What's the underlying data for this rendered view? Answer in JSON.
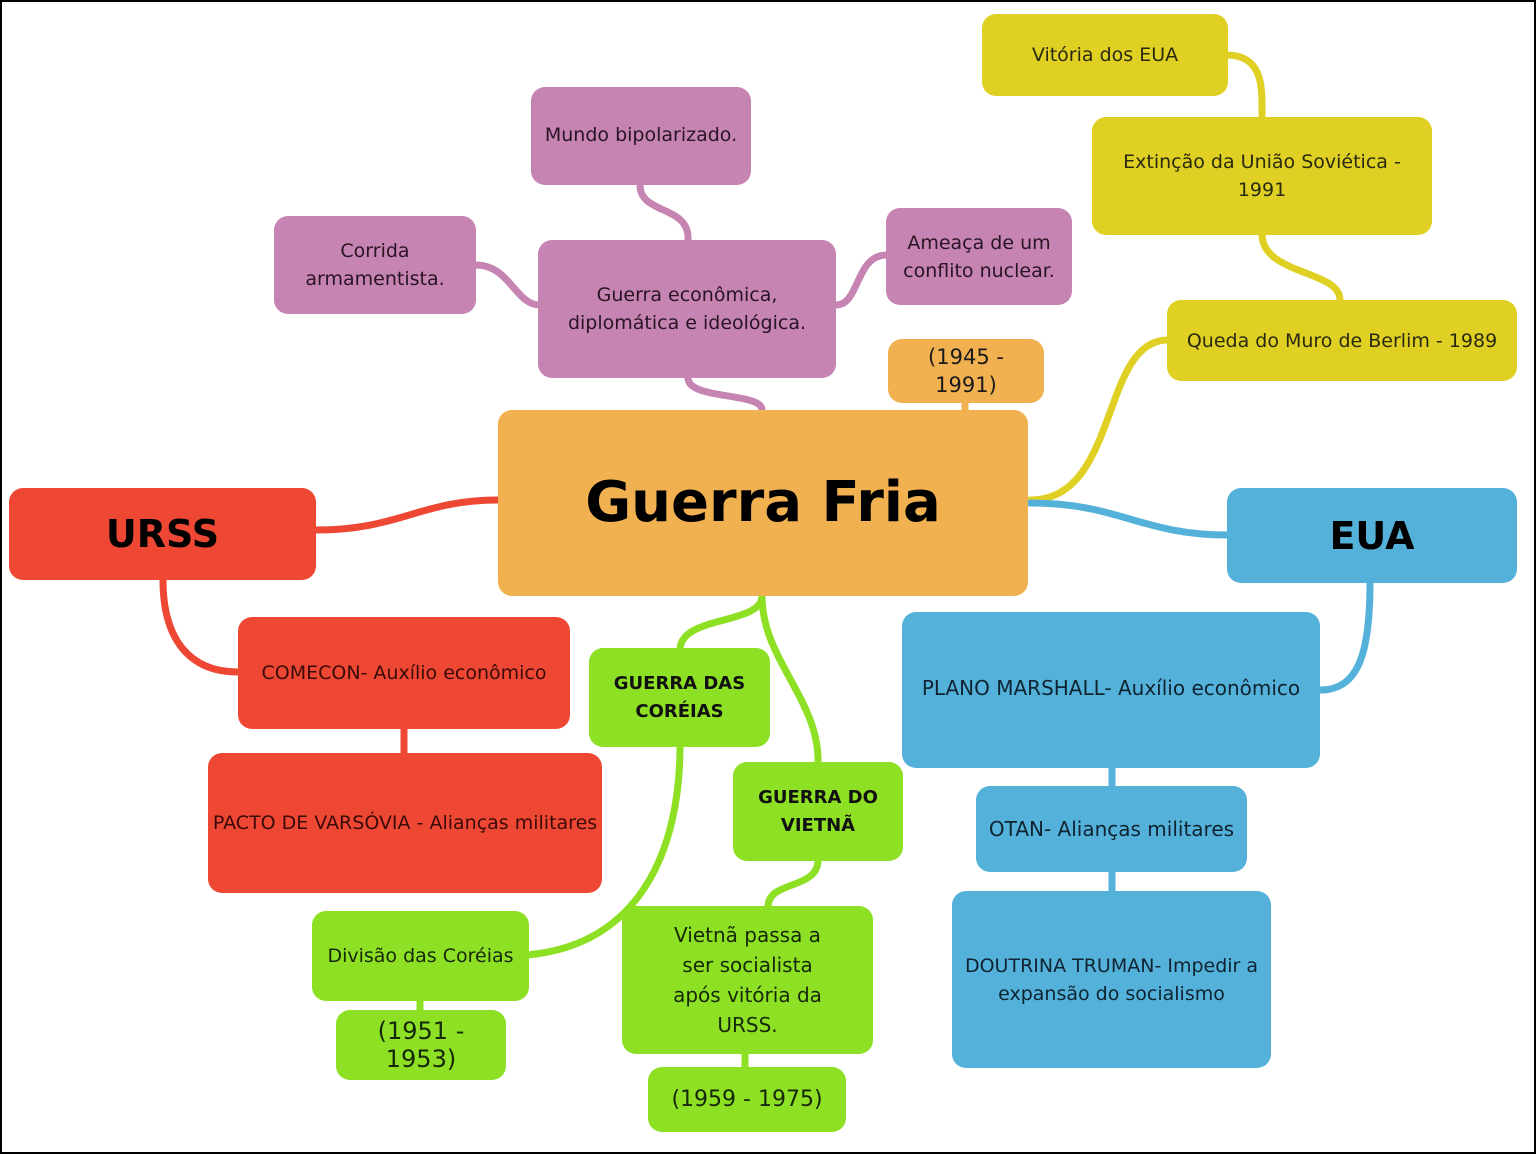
{
  "colors": {
    "central": "#f1b151",
    "characteristics": "#c584b1",
    "end": "#dfd023",
    "urss": "#ee4734",
    "eua": "#54b2da",
    "conflicts": "#8de024"
  },
  "central": {
    "title": "Guerra Fria",
    "period": "(1945 - 1991)"
  },
  "characteristics": {
    "main": "Guerra econômica, diplomática e ideológica.",
    "items": [
      "Mundo bipolarizado.",
      "Corrida armamentista.",
      "Ameaça de um conflito nuclear."
    ]
  },
  "end": {
    "items": [
      "Queda do Muro de Berlim - 1989",
      "Extinção da União Soviética - 1991",
      "Vitória dos EUA"
    ]
  },
  "urss": {
    "title": "URSS",
    "items": [
      "COMECON- Auxílio econômico",
      "PACTO DE VARSÓVIA - Alianças militares"
    ]
  },
  "eua": {
    "title": "EUA",
    "items": [
      "PLANO MARSHALL- Auxílio econômico",
      "OTAN- Alianças militares",
      "DOUTRINA TRUMAN- Impedir a expansão do socialismo"
    ]
  },
  "conflicts": {
    "korea": {
      "title": "GUERRA DAS CORÉIAS",
      "detail": "Divisão das Coréias",
      "dates": "(1951 - 1953)"
    },
    "vietnam": {
      "title": "GUERRA DO VIETNÃ",
      "detail": "Vietnã passa a ser socialista após vitória da URSS.",
      "dates": "(1959 - 1975)"
    }
  }
}
